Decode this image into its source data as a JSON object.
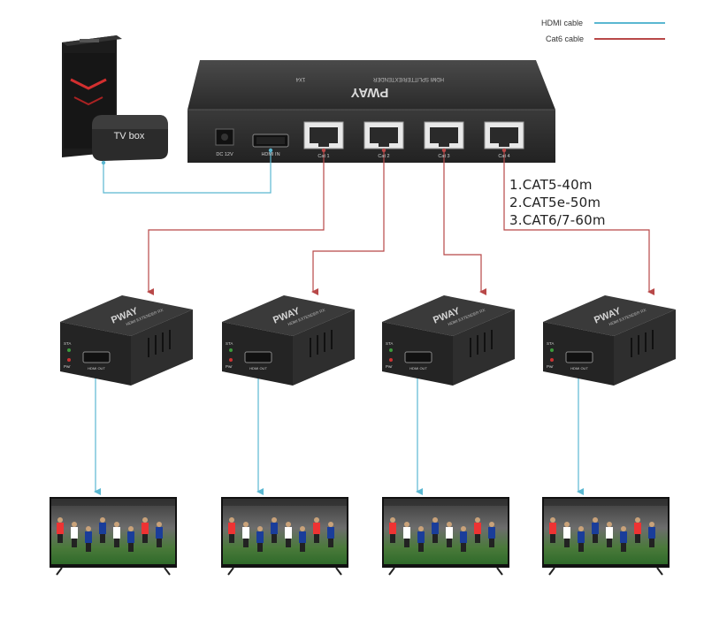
{
  "legend": {
    "hdmi_label": "HDMI cable",
    "cat6_label": "Cat6 cable",
    "hdmi_color": "#5ab7d1",
    "cat6_color": "#b84848"
  },
  "source": {
    "tv_box_label": "TV box"
  },
  "splitter": {
    "brand": "PWAY",
    "model": "HDMI SPLITTER/EXTENDER",
    "ratio": "1X4",
    "dc_label": "DC 12V",
    "hdmi_in_label": "HDMI IN",
    "port_labels": [
      "Cat 1",
      "Cat 2",
      "Cat 3",
      "Cat 4"
    ]
  },
  "cable_specs": [
    "1.CAT5-40m",
    "2.CAT5e-50m",
    "3.CAT6/7-60m"
  ],
  "receivers": {
    "brand": "PWAY",
    "model": "HDMI EXTENDER RX",
    "sta_label": "STA",
    "pwr_label": "Pwr",
    "out_label": "HDMI OUT",
    "count": 4
  },
  "displays": {
    "count": 4,
    "content": "soccer-match-screen"
  }
}
